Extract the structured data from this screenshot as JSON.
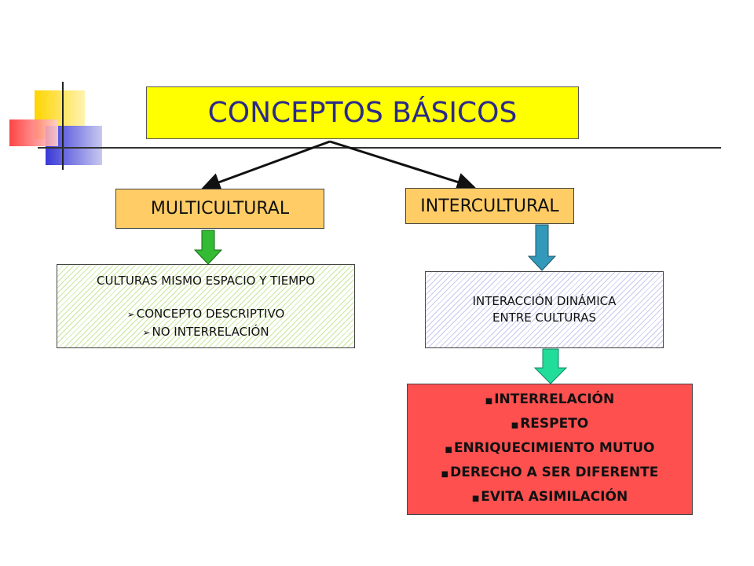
{
  "title": "CONCEPTOS BÁSICOS",
  "multicultural": {
    "label": "MULTICULTURAL",
    "lines": [
      "CULTURAS MISMO ESPACIO Y TIEMPO",
      "CONCEPTO DESCRIPTIVO",
      "NO INTERRELACIÓN"
    ]
  },
  "intercultural": {
    "label": "INTERCULTURAL",
    "lines": [
      "INTERACCIÓN DINÁMICA",
      "ENTRE CULTURAS"
    ]
  },
  "values": {
    "items": [
      "INTERRELACIÓN",
      "RESPETO",
      "ENRIQUECIMIENTO MUTUO",
      "DERECHO A SER DIFERENTE",
      "EVITA ASIMILACIÓN"
    ]
  },
  "colors": {
    "title_bg": "#ffff00",
    "title_text": "#2a2a8a",
    "concept_bg": "#ffcc66",
    "values_bg": "#ff5050",
    "arrow_green": "#33bb33",
    "arrow_teal": "#3399bb",
    "arrow_mint": "#22dd99"
  }
}
